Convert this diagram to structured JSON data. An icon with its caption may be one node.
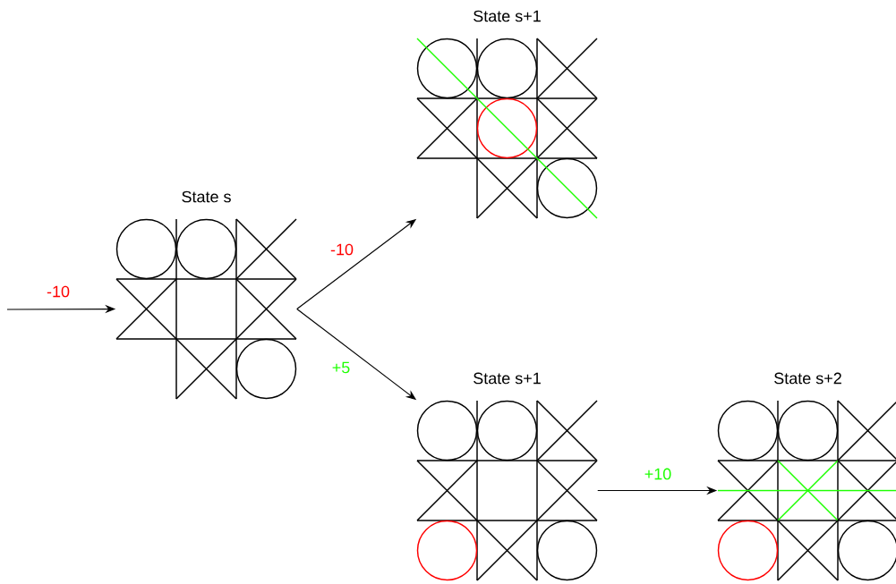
{
  "diagram": {
    "nodes": [
      {
        "text": [
          "State s"
        ]
      },
      {
        "text": [
          "State s+1"
        ]
      },
      {
        "text": [
          "State s+1"
        ]
      },
      {
        "text": [
          "State s+2"
        ]
      }
    ],
    "edges": [
      {
        "from": null,
        "to": 0,
        "arrow": "to",
        "label": "-10"
      },
      {
        "from": 0,
        "to": 1,
        "arrow": "to",
        "label": "-10"
      },
      {
        "from": 0,
        "to": 2,
        "arrow": "to",
        "label": "+5"
      },
      {
        "from": 2,
        "to": 3,
        "arrow": "to",
        "label": "+10"
      }
    ]
  }
}
